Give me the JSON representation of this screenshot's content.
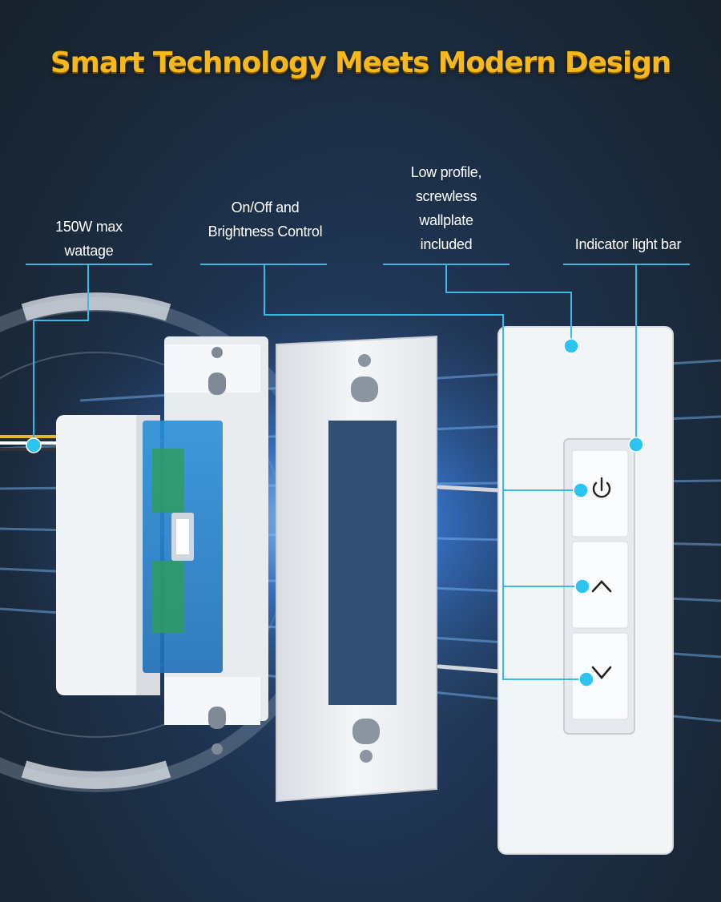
{
  "headline": "Smart Technology Meets Modern Design",
  "callouts": {
    "wattage": {
      "lines": [
        "150W max",
        "wattage"
      ]
    },
    "control": {
      "lines": [
        "On/Off and",
        "Brightness Control"
      ]
    },
    "wallplate": {
      "lines": [
        "Low profile,",
        "screwless",
        "wallplate",
        "included"
      ]
    },
    "indicator": {
      "lines": [
        "Indicator light bar"
      ]
    }
  },
  "switch_buttons": [
    {
      "name": "power-button",
      "icon": "power-icon"
    },
    {
      "name": "brightness-up-button",
      "icon": "chevron-up-icon"
    },
    {
      "name": "brightness-down-button",
      "icon": "chevron-down-icon"
    }
  ],
  "colors": {
    "headline": "#f6b81a",
    "callout_line": "#3ab8e6",
    "callout_dot": "#2ec4f2",
    "background": "#1f2d3b",
    "glow": "#3f8cff"
  }
}
